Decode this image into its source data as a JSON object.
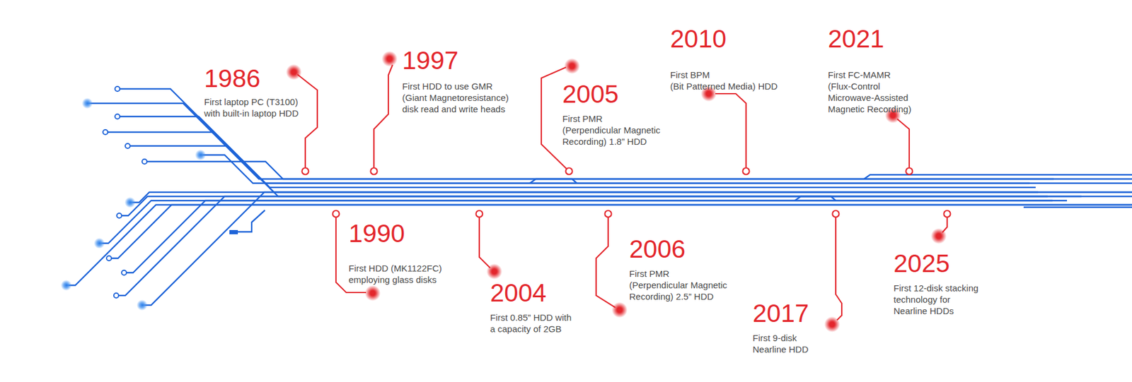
{
  "diagram": {
    "labels": [
      "1986",
      "First laptop PC (T3100) with built-in laptop HDD",
      "1990",
      "First HDD (MK1122FC) employing glass disks",
      "1997",
      "First HDD to use GMR (Giant Magnetoresistance) disk read and write heads",
      "2004",
      "First 0.85” HDD with a capacity of 2GB",
      "2005",
      "First PMR (Perpendicular Magnetic Recording) 1.8” HDD",
      "2006",
      "First PMR (Perpendicular Magnetic Recording) 2.5” HDD",
      "2010",
      "First BPM (Bit Patterned Media) HDD",
      "2017",
      "First 9-disk Nearline HDD",
      "2021",
      "First FC-MAMR (Flux-Control Microwave-Assisted Magnetic Recording)",
      "2025",
      "First 12-disk stacking technology for Nearline HDDs"
    ]
  }
}
